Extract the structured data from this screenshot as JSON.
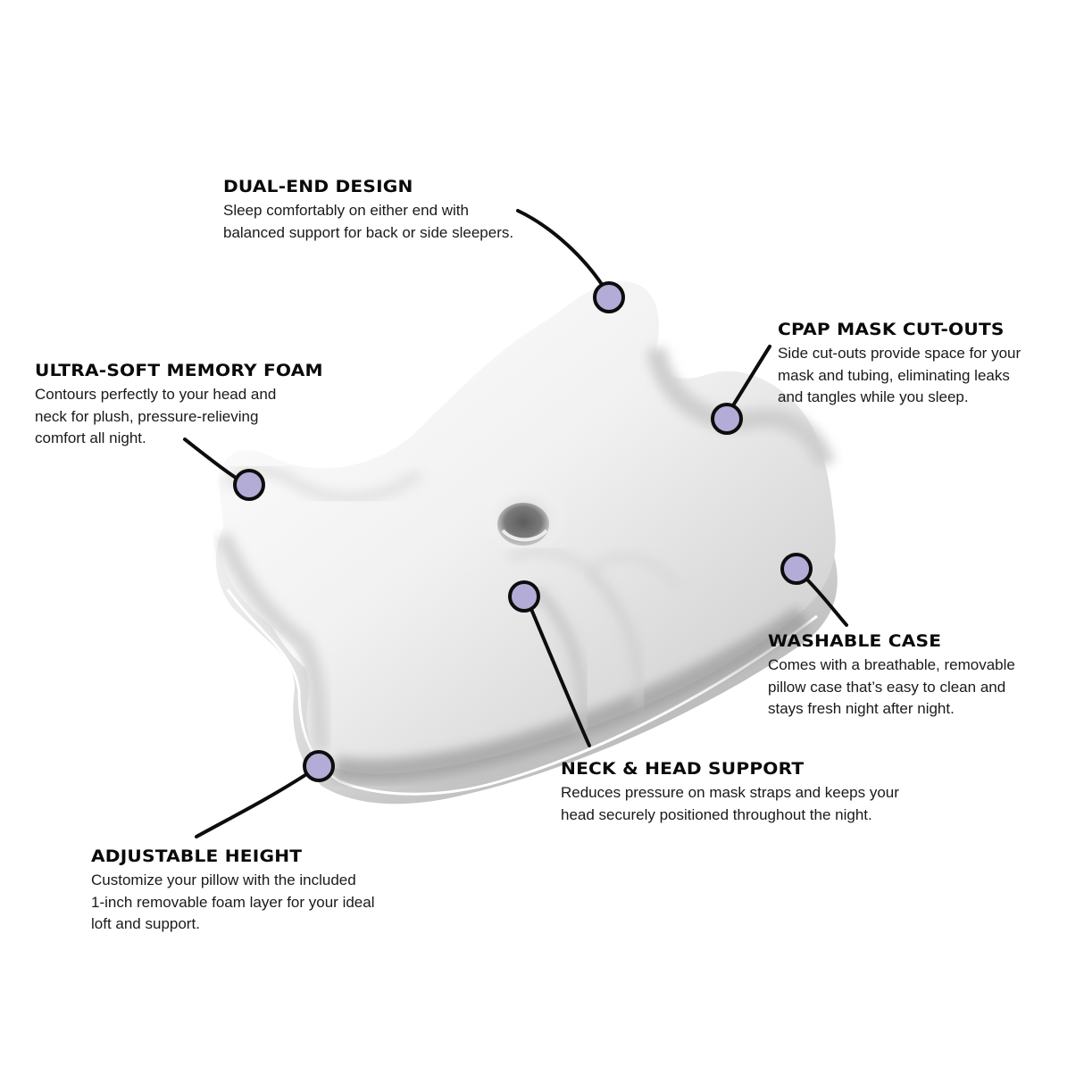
{
  "colors": {
    "background": "#ffffff",
    "marker_fill": "#b3acd6",
    "marker_stroke": "#0d0d0d",
    "leader_line": "#0d0d0d",
    "heading_text": "#0a0a0a",
    "body_text": "#1a1a1a",
    "pillow_highlight": "#ffffff",
    "pillow_shadow": "#a9a9a9"
  },
  "product": {
    "name": "CPAP pillow",
    "image_label": "pillow-illustration"
  },
  "callouts": [
    {
      "id": "dual-end-design",
      "title": "DUAL-END DESIGN",
      "lines": [
        "Sleep comfortably on either end with",
        "balanced support for back or side sleepers."
      ]
    },
    {
      "id": "ultra-soft-memory-foam",
      "title": "ULTRA-SOFT MEMORY FOAM",
      "lines": [
        "Contours perfectly to your head and",
        "neck for plush, pressure-relieving",
        "comfort all night."
      ]
    },
    {
      "id": "cpap-mask-cut-outs",
      "title": "CPAP MASK CUT-OUTS",
      "lines": [
        "Side cut-outs provide space for your",
        "mask and tubing, eliminating leaks",
        "and tangles while you sleep."
      ]
    },
    {
      "id": "washable-case",
      "title": "WASHABLE CASE",
      "lines": [
        "Comes with a breathable, removable",
        "pillow case that’s easy to clean and",
        "stays fresh night after night."
      ]
    },
    {
      "id": "neck-head-support",
      "title": "NECK & HEAD SUPPORT",
      "lines": [
        "Reduces pressure on mask straps and keeps your",
        "head securely positioned throughout the night."
      ]
    },
    {
      "id": "adjustable-height",
      "title": "ADJUSTABLE HEIGHT",
      "lines": [
        "Customize your pillow with the included",
        "1-inch removable foam layer for your ideal",
        "loft and support."
      ]
    }
  ]
}
